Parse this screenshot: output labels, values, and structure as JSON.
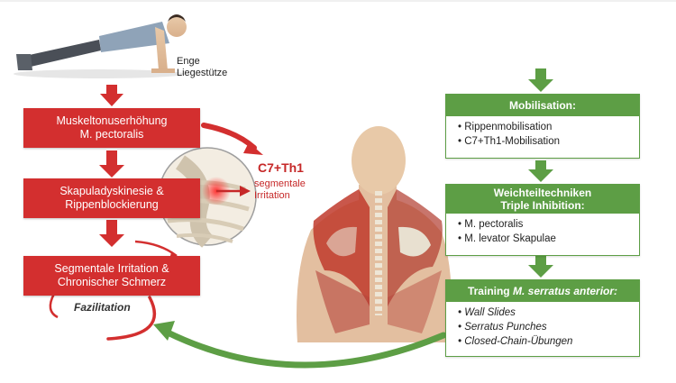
{
  "pushup_label": [
    "Enge",
    "Liegestütze"
  ],
  "chain": {
    "box1": [
      "Muskeltonuserhöhung",
      "M. pectoralis"
    ],
    "box2": [
      "Skapuladyskinesie &",
      "Rippenblockierung"
    ],
    "box3": [
      "Segmentale Irritation &",
      "Chronischer Schmerz"
    ],
    "feedback_label": "Fazilitation"
  },
  "spine_callout": {
    "segment": "C7+Th1",
    "desc": [
      "segmentale",
      "Irritation"
    ]
  },
  "therapy": {
    "mobilisation": {
      "title": "Mobilisation:",
      "items": [
        "Rippenmobilisation",
        "C7+Th1-Mobilisation"
      ]
    },
    "soft_tissue": {
      "title": [
        "Weichteiltechniken",
        "Triple Inhibition:"
      ],
      "items": [
        "M. pectoralis",
        "M. levator Skapulae"
      ]
    },
    "training": {
      "title_prefix": "Training ",
      "title_emph": "M. serratus anterior:",
      "items": [
        "Wall Slides",
        "Serratus Punches",
        "Closed-Chain-Übungen"
      ]
    }
  },
  "colors": {
    "red": "#d32f2f",
    "green": "#5d9e45",
    "dark_red_text": "#c62828"
  }
}
